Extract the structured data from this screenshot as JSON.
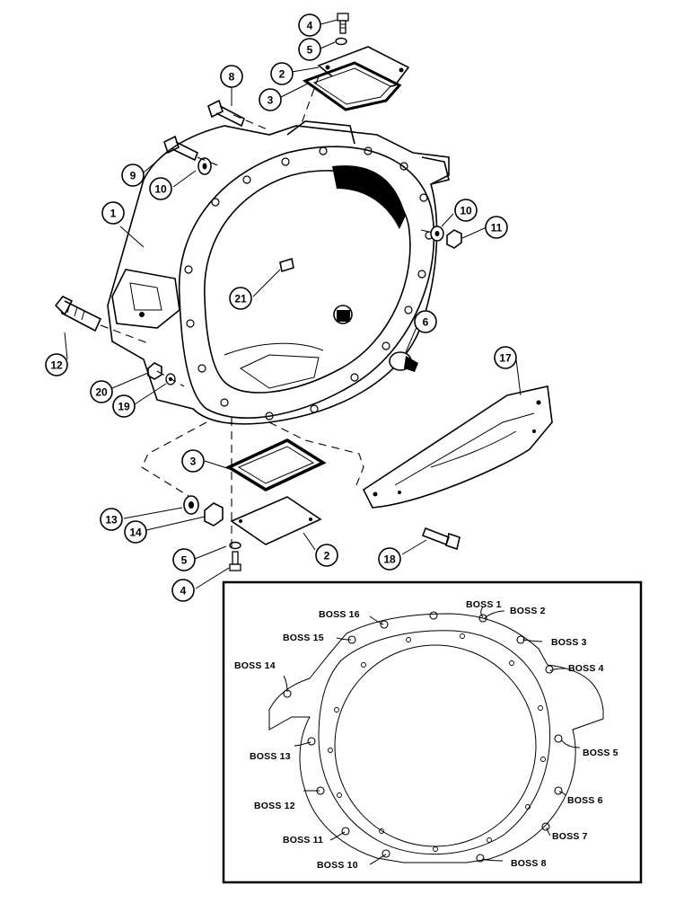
{
  "callouts": [
    {
      "id": "c4a",
      "label": "4"
    },
    {
      "id": "c5a",
      "label": "5"
    },
    {
      "id": "c2a",
      "label": "2"
    },
    {
      "id": "c3a",
      "label": "3"
    },
    {
      "id": "c8",
      "label": "8"
    },
    {
      "id": "c9",
      "label": "9"
    },
    {
      "id": "c10a",
      "label": "10"
    },
    {
      "id": "c1",
      "label": "1"
    },
    {
      "id": "c10b",
      "label": "10"
    },
    {
      "id": "c11",
      "label": "11"
    },
    {
      "id": "c21",
      "label": "21"
    },
    {
      "id": "c6",
      "label": "6"
    },
    {
      "id": "c12",
      "label": "12"
    },
    {
      "id": "c17",
      "label": "17"
    },
    {
      "id": "c20",
      "label": "20"
    },
    {
      "id": "c19",
      "label": "19"
    },
    {
      "id": "c3b",
      "label": "3"
    },
    {
      "id": "c13",
      "label": "13"
    },
    {
      "id": "c14",
      "label": "14"
    },
    {
      "id": "c5b",
      "label": "5"
    },
    {
      "id": "c2b",
      "label": "2"
    },
    {
      "id": "c18",
      "label": "18"
    },
    {
      "id": "c4b",
      "label": "4"
    }
  ],
  "bosses": [
    {
      "id": "b1",
      "label": "BOSS 1"
    },
    {
      "id": "b2",
      "label": "BOSS 2"
    },
    {
      "id": "b3",
      "label": "BOSS 3"
    },
    {
      "id": "b4",
      "label": "BOSS 4"
    },
    {
      "id": "b5",
      "label": "BOSS 5"
    },
    {
      "id": "b6",
      "label": "BOSS 6"
    },
    {
      "id": "b7",
      "label": "BOSS 7"
    },
    {
      "id": "b8",
      "label": "BOSS 8"
    },
    {
      "id": "b10",
      "label": "BOSS 10"
    },
    {
      "id": "b11",
      "label": "BOSS 11"
    },
    {
      "id": "b12",
      "label": "BOSS 12"
    },
    {
      "id": "b13",
      "label": "BOSS 13"
    },
    {
      "id": "b14",
      "label": "BOSS 14"
    },
    {
      "id": "b15",
      "label": "BOSS 15"
    },
    {
      "id": "b16",
      "label": "BOSS 16"
    }
  ]
}
